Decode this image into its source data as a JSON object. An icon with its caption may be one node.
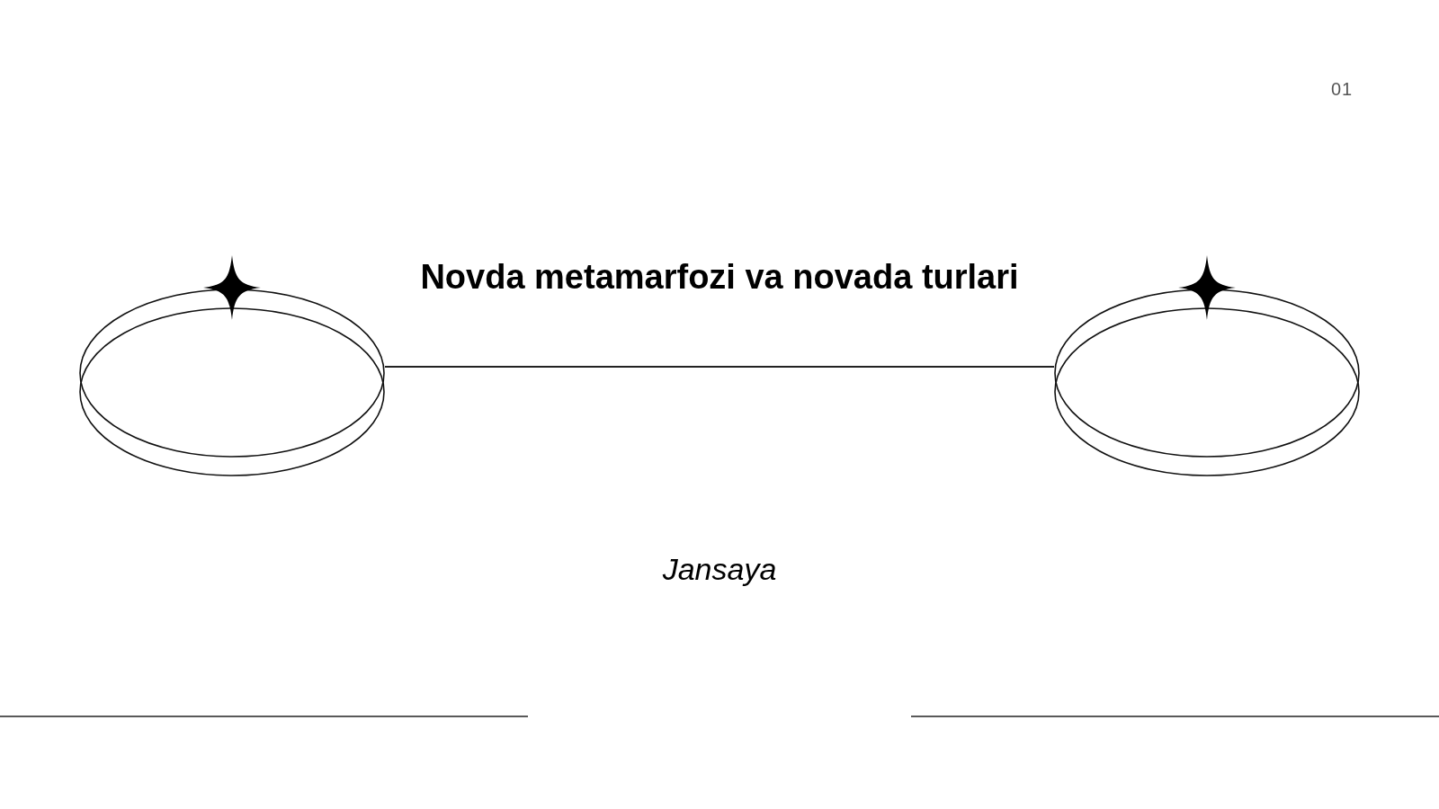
{
  "diagram": {
    "title": "Novda metamarfozi va novada turlari",
    "nodes": [
      {
        "text": [],
        "shape": "ellipse"
      },
      {
        "text": [],
        "shape": "ellipse"
      }
    ],
    "edges": [
      {
        "from": 0,
        "to": 1,
        "arrow": "none"
      }
    ],
    "labels": [
      "01",
      "Jansaya"
    ]
  }
}
